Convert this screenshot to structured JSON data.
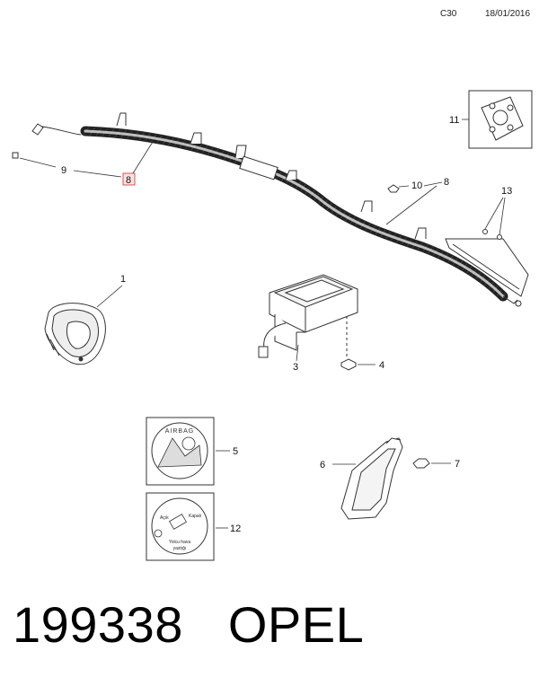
{
  "header": {
    "code": "C30",
    "date": "18/01/2016"
  },
  "callouts": {
    "c1": "1",
    "c3": "3",
    "c4": "4",
    "c5": "5",
    "c6": "6",
    "c7": "7",
    "c8a": "8",
    "c8b": "8",
    "c9": "9",
    "c10": "10",
    "c11": "11",
    "c12": "12",
    "c13": "13"
  },
  "labels": {
    "airbag_text": "AIRBAG",
    "acik": "Açık",
    "kapali": "Kapalı",
    "yolcu_line1": "Yolcu hava",
    "yolcu_line2": "yastığı"
  },
  "footer": {
    "part_number": "199338",
    "brand": "OPEL"
  },
  "colors": {
    "highlight": "#d9534f",
    "highlight_fill": "#fde3e3"
  }
}
